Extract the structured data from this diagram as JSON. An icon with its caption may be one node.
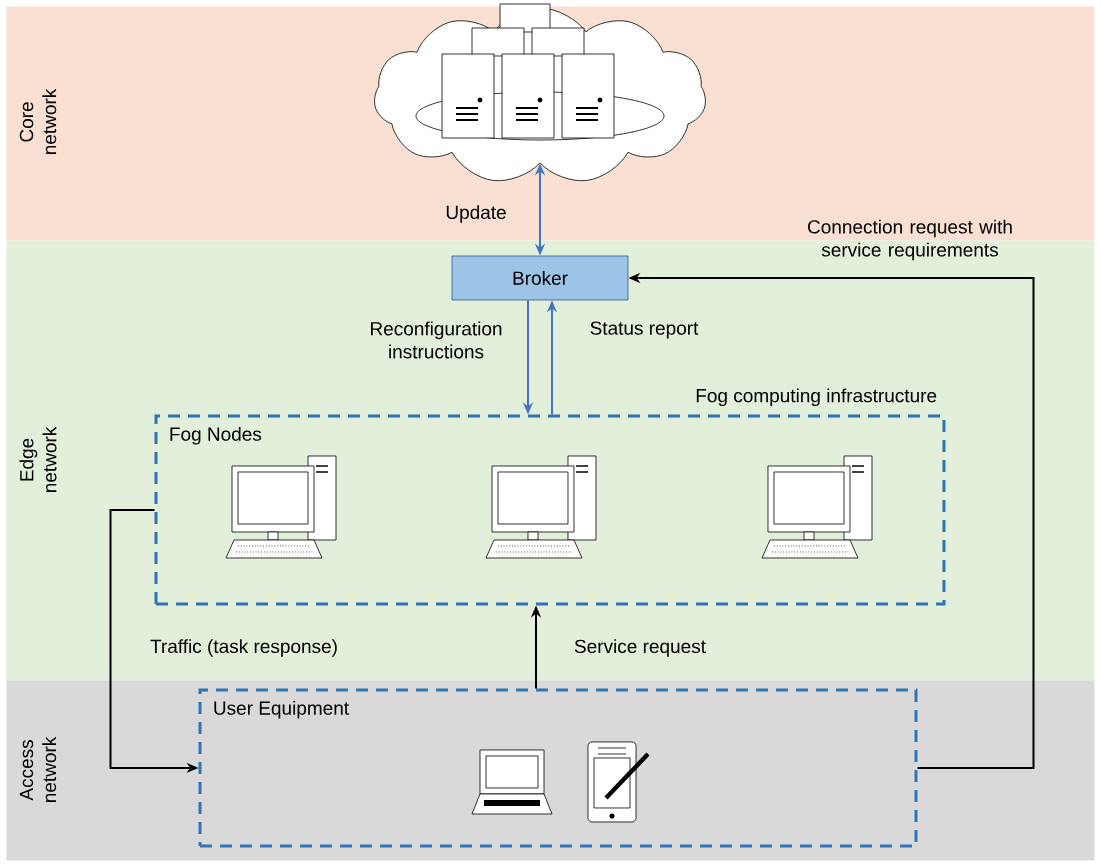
{
  "diagram": {
    "nodes": [
      {
        "text": [
          "Core network"
        ]
      },
      {
        "text": [
          "Edge network"
        ]
      },
      {
        "text": [
          "Access network"
        ]
      },
      {
        "text": [],
        "shape": "cloud",
        "in": 0
      },
      {
        "text": [
          "Broker"
        ],
        "in": 1
      },
      {
        "text": [
          "Fog Nodes",
          "Fog computing infrastructure"
        ],
        "in": 1
      },
      {
        "text": [
          "User Equipment"
        ],
        "in": 2
      }
    ],
    "edges": [
      {
        "from": 3,
        "to": 4,
        "arrow": "both",
        "label": "Update",
        "color": "#4472c4"
      },
      {
        "from": 4,
        "to": 5,
        "arrow": "to",
        "label": "Reconfiguration instructions",
        "color": "#4472c4"
      },
      {
        "from": 5,
        "to": 4,
        "arrow": "to",
        "label": "Status report",
        "color": "#4472c4"
      },
      {
        "from": 6,
        "to": 4,
        "arrow": "to",
        "label": "Connection request with service requirements",
        "color": "#000000"
      },
      {
        "from": 6,
        "to": 5,
        "arrow": "to",
        "label": "Service request",
        "color": "#000000"
      },
      {
        "from": 5,
        "to": 6,
        "arrow": "to",
        "label": "Traffic (task response)",
        "color": "#000000"
      }
    ]
  }
}
